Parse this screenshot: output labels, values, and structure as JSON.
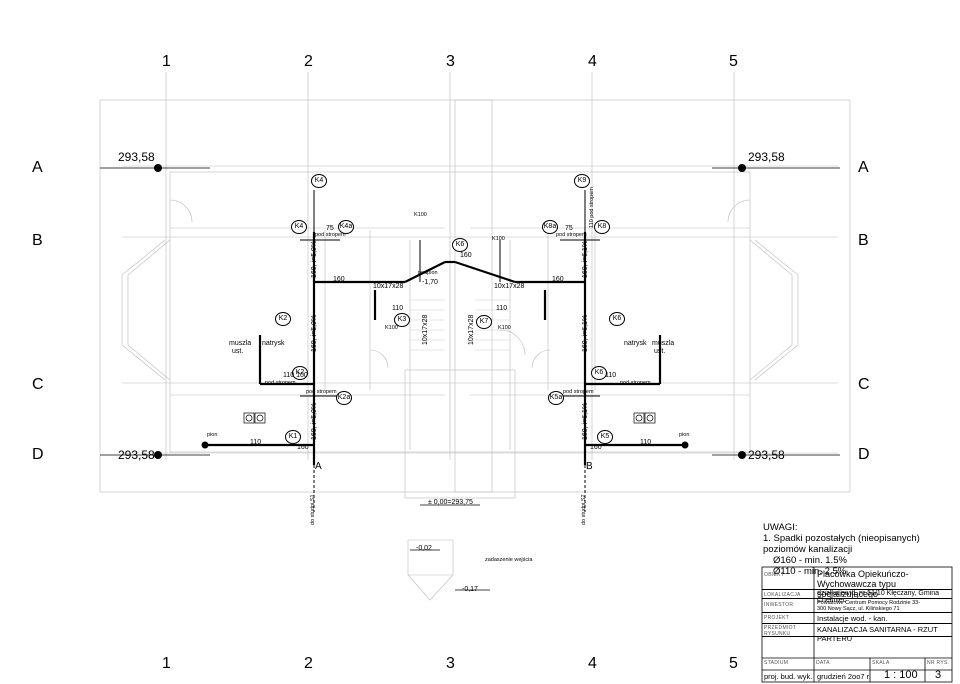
{
  "drawing": {
    "column_labels": [
      "1",
      "2",
      "3",
      "4",
      "5"
    ],
    "row_labels": [
      "A",
      "B",
      "C",
      "D"
    ],
    "axis_markers": [
      "A",
      "B"
    ],
    "elevations": [
      "293,58",
      "293,58",
      "293,58",
      "293,58"
    ],
    "level_zero": "± 0,00=293,75",
    "level_entrance": "-0,02",
    "level_outside": "-0,17",
    "level_mid": "-1,70",
    "outlet_left": "do studni S1",
    "outlet_right": "do studni S2",
    "entrance_label": "zadaszenie wejścia",
    "fixtures": {
      "muszla": "muszla",
      "ust": "ust.",
      "natrysk": "natrysk",
      "pion": "pion",
      "podpion": "podpion",
      "pod_stropem": "pod stropem"
    },
    "pipe_labels": {
      "k1": "K1",
      "k2": "K2",
      "k3": "K3",
      "k4": "K4",
      "k5": "K5",
      "k6": "K6",
      "k7": "K7",
      "k8": "K8",
      "k9": "K9",
      "k2a": "K2a",
      "k4a": "K4a",
      "k5a": "K5a",
      "k8a": "K8a",
      "k100": "K100",
      "d160": "160",
      "d110": "110",
      "d75": "75",
      "slope_50": "160, i=5,0%",
      "slope_61": "160, i=6,1%",
      "duct": "10x17x28",
      "p110_pod": "110 pod stropem",
      "d110_160": "110 160"
    }
  },
  "notes": {
    "title": "UWAGI:",
    "line1": "1. Spadki pozostałych (nieopisanych) poziomów kanalizacji",
    "line2": "Ø160 - min. 1.5%",
    "line3": "Ø110 - min. 2.5%"
  },
  "title_block": {
    "obiekt_label": "OBIEKT",
    "obiekt_value": "Placówka Opiekuńczo-Wychowawcza typu socjalizującego",
    "lokalizacja_label": "LOKALIZACJA",
    "lokalizacja_value": "działka ewid. nr 51/10 Kłęczany, Gmina Chełmiec",
    "inwestor_label": "INWESTOR",
    "inwestor_value": "Powiatowe Centrum Pomocy Rodzinie 33-300 Nowy Sącz, ul. Kilińskiego 71",
    "projekt_label": "PROJEKT",
    "projekt_value": "Instalacje wod. - kan.",
    "przedmiot_label": "PRZEDMIOT RYSUNKU",
    "przedmiot_value": "KANALIZACJA SANITARNA - RZUT PARTERU",
    "stadium_label": "STADIUM",
    "data_label": "DATA",
    "skala_label": "SKALA",
    "nr_label": "NR RYS.",
    "stadium_value": "proj. bud. wyk.",
    "data_value": "grudzień 2oo7 r.",
    "skala_value": "1 : 100",
    "nr_value": "3"
  }
}
